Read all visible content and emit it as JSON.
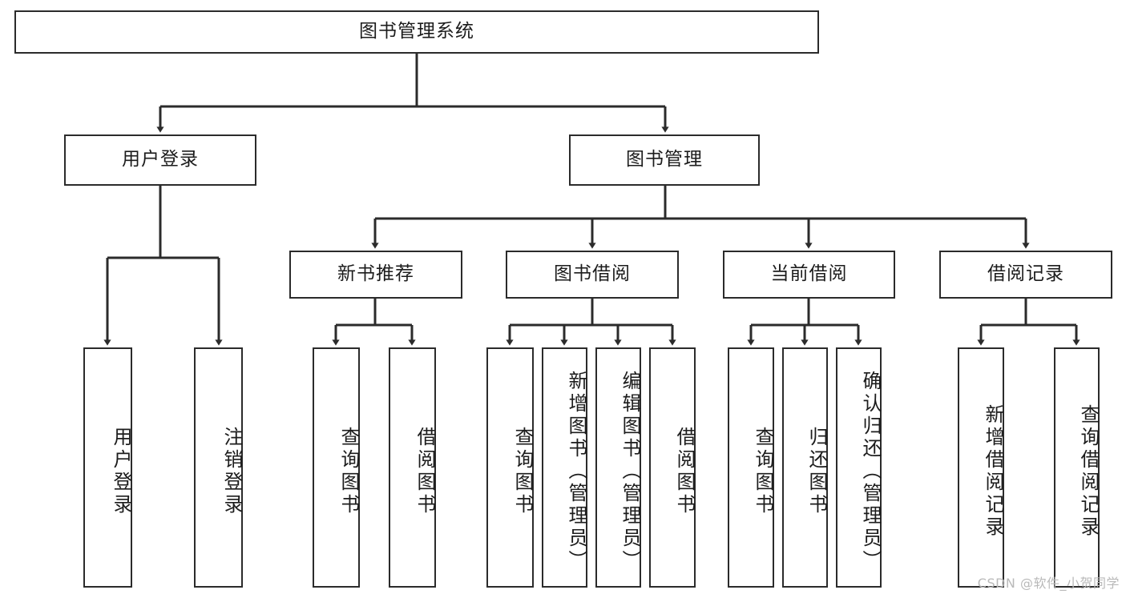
{
  "diagram": {
    "title": "图书管理系统",
    "type": "tree-hierarchy",
    "watermark": "CSDN @软件_小贺同学",
    "colors": {
      "stroke": "#2b2b2b",
      "fill": "#ffffff",
      "text": "#1c1c1c",
      "watermark": "#b9b9b9"
    },
    "nodes": {
      "root": "图书管理系统",
      "l2": [
        "用户登录",
        "图书管理"
      ],
      "l3": [
        "新书推荐",
        "图书借阅",
        "当前借阅",
        "借阅记录"
      ],
      "leaves_user_login": [
        "用户登录",
        "注销登录"
      ],
      "leaves_new_book": [
        "查询图书",
        "借阅图书"
      ],
      "leaves_borrow": [
        "查询图书",
        "新增图书（管理员）",
        "编辑图书（管理员）",
        "借阅图书"
      ],
      "leaves_current": [
        "查询图书",
        "归还图书",
        "确认归还（管理员）"
      ],
      "leaves_record": [
        "新增借阅记录",
        "查询借阅记录"
      ]
    }
  }
}
